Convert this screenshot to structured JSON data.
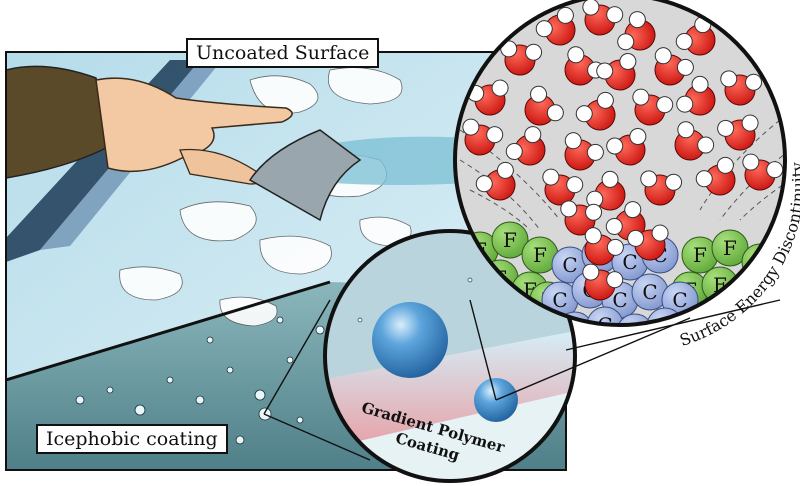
{
  "labels": {
    "uncoated": "Uncoated Surface",
    "icephobic": "Icephobic coating",
    "discontinuity": "Surface Energy Discontinuity",
    "gradient_line1": "Gradient Polymer",
    "gradient_line2": "Coating",
    "atom_f": "F",
    "atom_c": "C"
  },
  "colors": {
    "ice_blue": "#bfe0ee",
    "wet_glass": "#6e9ea6",
    "oxygen": "#e0201c",
    "hydrogen": "#ffffff",
    "fluorine": "#7cc250",
    "carbon": "#9fb3e0",
    "coating_pink": "#e89096",
    "droplet": "#3a86c8"
  },
  "icons": [
    "hand",
    "ice-scraper",
    "water-molecule",
    "water-droplet"
  ]
}
